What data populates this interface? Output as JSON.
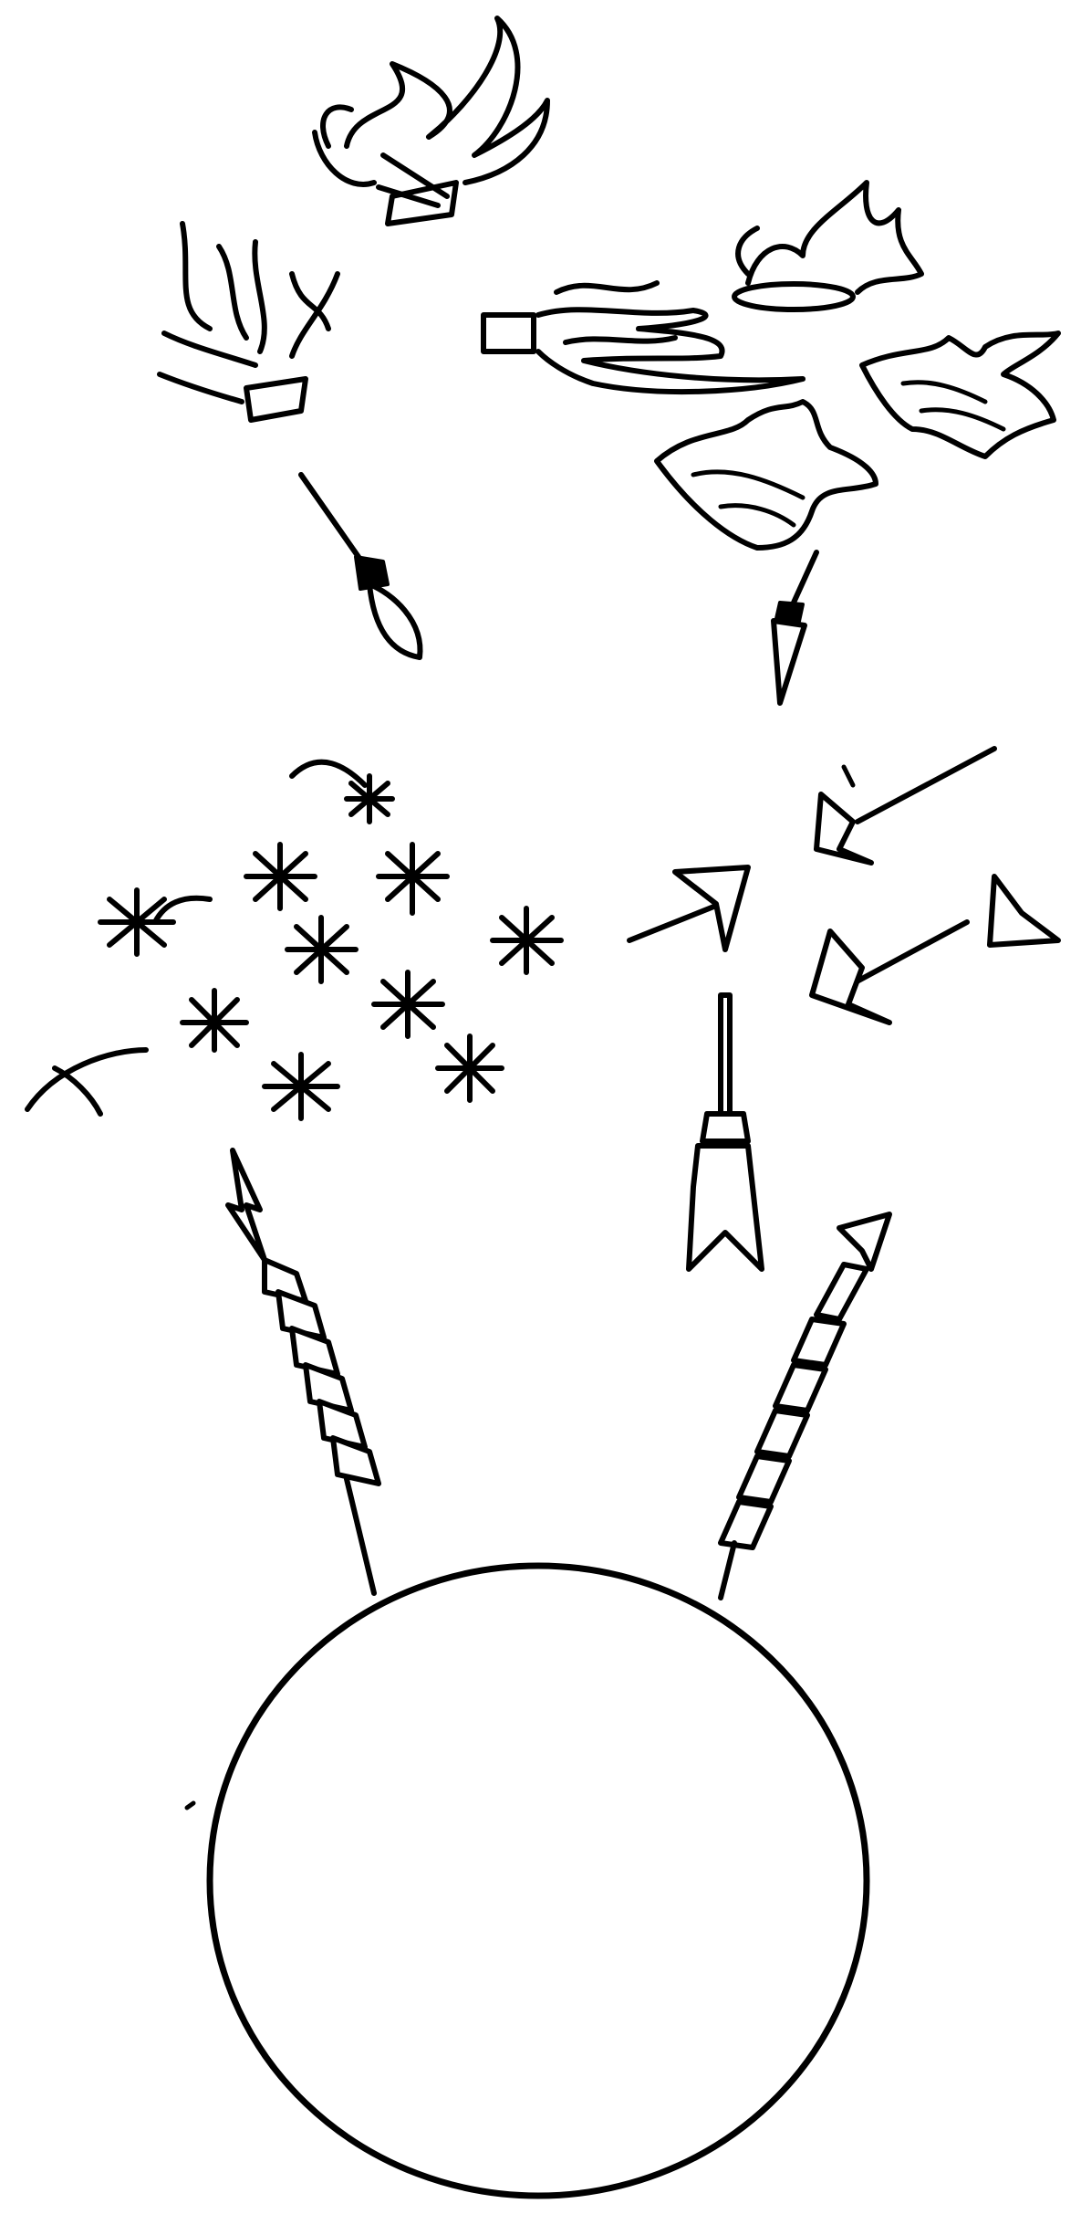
{
  "illustration": {
    "background_color": "#ffffff",
    "ink_color": "#000000",
    "elements": [
      "fire-pot-top",
      "fire-pot-left",
      "fire-tube-right",
      "fire-ring-right",
      "fire-right",
      "fire-lower-right",
      "rocket-left",
      "rocket-right",
      "star-cluster",
      "arrow-cluster",
      "rocket-center",
      "rocket-chain-left",
      "rocket-chain-right",
      "globe"
    ]
  }
}
